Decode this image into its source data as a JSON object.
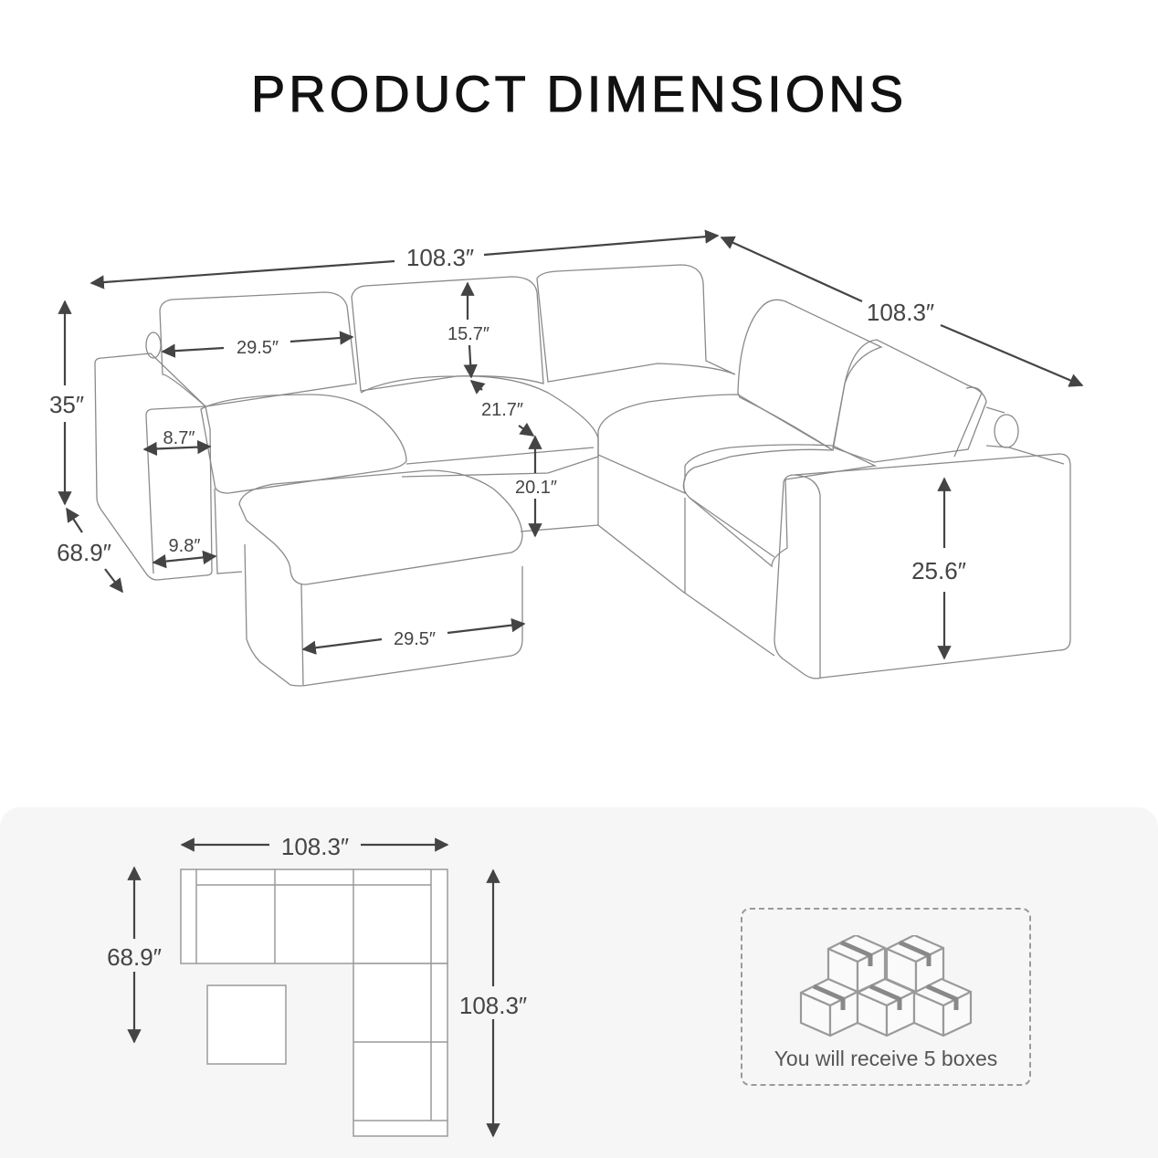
{
  "title": "PRODUCT DIMENSIONS",
  "iso_view": {
    "total_width": "108.3″",
    "total_depth_right": "108.3″",
    "total_height": "35″",
    "depth_left": "68.9″",
    "seat_width": "29.5″",
    "back_height": "15.7″",
    "seat_depth": "21.7″",
    "seat_height": "20.1″",
    "arm_top_width": "8.7″",
    "arm_bottom_width": "9.8″",
    "ottoman_width": "29.5″",
    "arm_height": "25.6″"
  },
  "top_view": {
    "width": "108.3″",
    "depth_left": "68.9″",
    "depth_right": "108.3″"
  },
  "package": {
    "label": "You will receive 5 boxes",
    "box_count": 5,
    "icon": "boxes-icon"
  },
  "colors": {
    "line": "#8a8a8a",
    "arrow": "#444444",
    "panel_bg": "#f6f6f6",
    "title": "#111111"
  }
}
